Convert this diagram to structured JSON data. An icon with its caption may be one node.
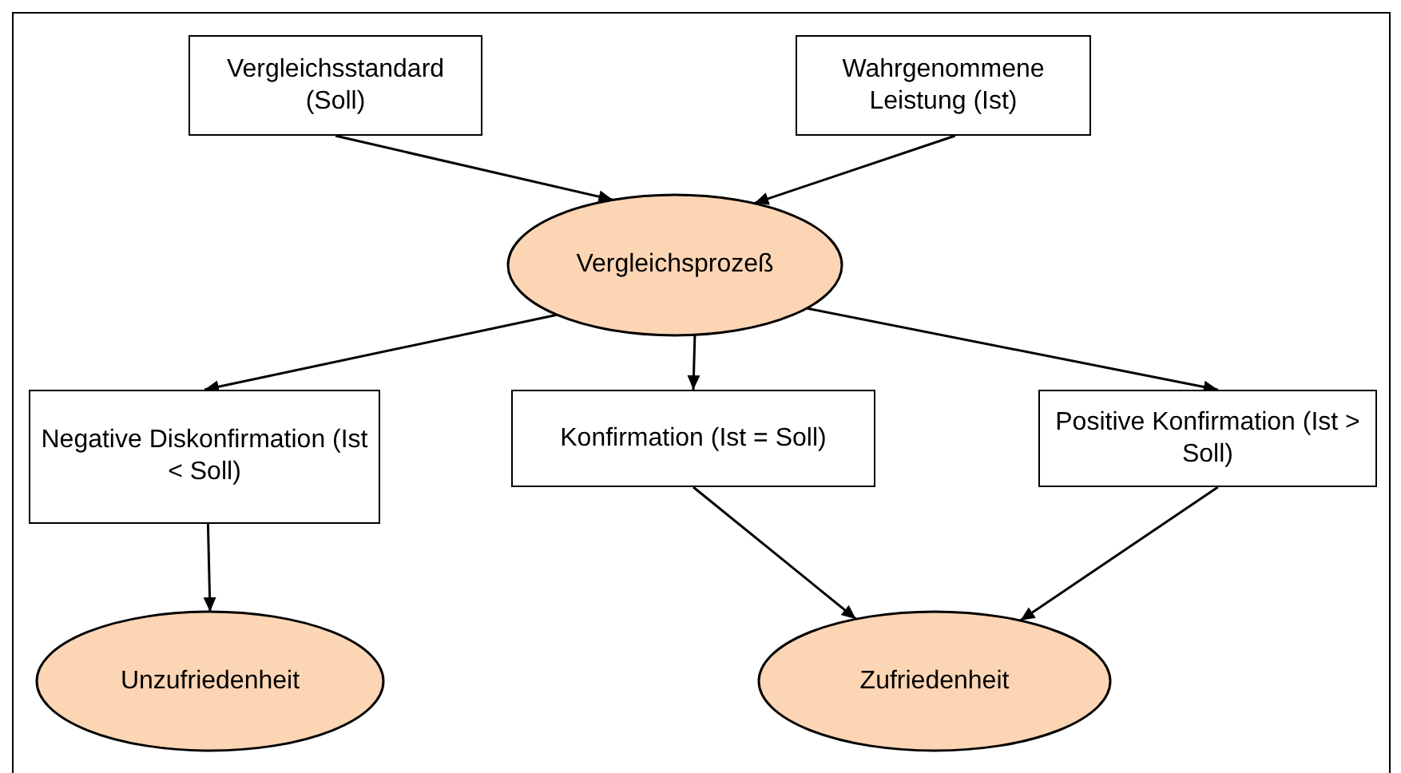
{
  "diagram": {
    "nodes": [
      {
        "text": [
          "Vergleichsstandard (Soll)"
        ]
      },
      {
        "text": [
          "Wahrgenommene Leistung (Ist)"
        ]
      },
      {
        "text": [
          "Vergleichsprozeß"
        ]
      },
      {
        "text": [
          "Negative Diskonfirmation (Ist < Soll)"
        ]
      },
      {
        "text": [
          "Konfirmation (Ist = Soll)"
        ]
      },
      {
        "text": [
          "Positive Konfirmation (Ist > Soll)"
        ]
      },
      {
        "text": [
          "Unzufriedenheit"
        ]
      },
      {
        "text": [
          "Zufriedenheit"
        ]
      }
    ],
    "edges": [
      {
        "from": 0,
        "to": 2,
        "arrow": "to"
      },
      {
        "from": 1,
        "to": 2,
        "arrow": "to"
      },
      {
        "from": 2,
        "to": 3,
        "arrow": "to"
      },
      {
        "from": 2,
        "to": 4,
        "arrow": "to"
      },
      {
        "from": 2,
        "to": 5,
        "arrow": "to"
      },
      {
        "from": 3,
        "to": 6,
        "arrow": "to"
      },
      {
        "from": 4,
        "to": 7,
        "arrow": "to"
      },
      {
        "from": 5,
        "to": 7,
        "arrow": "to"
      }
    ]
  }
}
